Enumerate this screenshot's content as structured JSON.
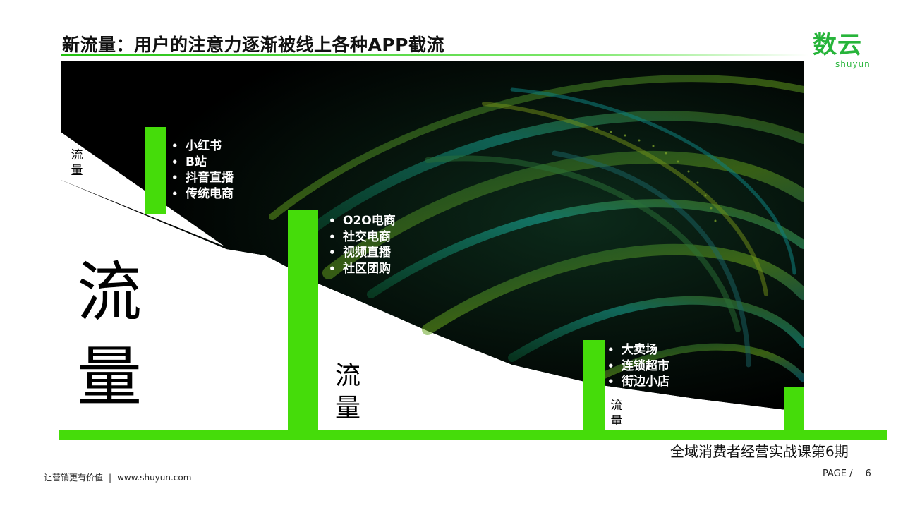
{
  "title": "新流量：用户的注意力逐渐被线上各种APP截流",
  "logo": {
    "cn": "数云",
    "en": "shuyun"
  },
  "big_label": {
    "line1": "流",
    "line2": "量"
  },
  "stages": [
    {
      "items": [
        "小红书",
        "B站",
        "抖音直播",
        "传统电商"
      ],
      "label": {
        "line1": "流",
        "line2": "量"
      }
    },
    {
      "items": [
        "O2O电商",
        "社交电商",
        "视频直播",
        "社区团购"
      ],
      "label": {
        "line1": "流",
        "line2": "量"
      }
    },
    {
      "items": [
        "大卖场",
        "连锁超市",
        "街边小店"
      ],
      "label": {
        "line1": "流",
        "line2": "量"
      }
    }
  ],
  "course_title": "全域消费者经营实战课第6期",
  "footer": {
    "slogan": "让营销更有价值",
    "separator": "|",
    "website": "www.shuyun.com"
  },
  "page": {
    "label": "PAGE /",
    "number": "6"
  },
  "colors": {
    "accent": "#45dc0a",
    "logo": "#27b43a",
    "dark": "#000000"
  }
}
